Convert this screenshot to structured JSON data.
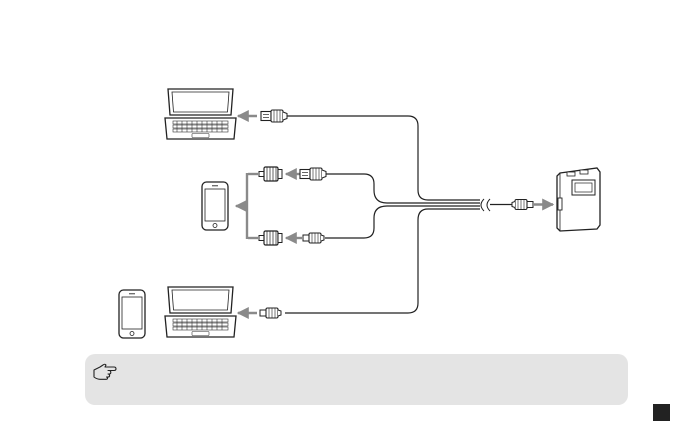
{
  "figure": {
    "devices": [
      {
        "id": "laptop-top",
        "icon": "laptop-icon"
      },
      {
        "id": "smartphone-middle",
        "icon": "smartphone-icon"
      },
      {
        "id": "smartphone-bottom",
        "icon": "smartphone-icon"
      },
      {
        "id": "laptop-bottom",
        "icon": "laptop-icon"
      },
      {
        "id": "power-bank",
        "icon": "power-bank-icon"
      }
    ],
    "cable_connectors": [
      {
        "id": "usb-a-top",
        "icon": "usb-a-plug-icon"
      },
      {
        "id": "usb-a-mid-upper",
        "icon": "usb-a-plug-icon"
      },
      {
        "id": "lightning-mid-upper",
        "icon": "lightning-plug-icon"
      },
      {
        "id": "micro-usb-mid-lower",
        "icon": "micro-usb-plug-icon"
      },
      {
        "id": "lightning-mid-lower",
        "icon": "lightning-plug-icon"
      },
      {
        "id": "usb-c-bottom",
        "icon": "usb-c-plug-icon"
      },
      {
        "id": "usb-c-input",
        "icon": "usb-c-plug-icon"
      }
    ],
    "colors": {
      "line": "#222222",
      "arrow": "#8a8a8a",
      "note_background": "#e4e4e4",
      "page_marker": "#222222"
    }
  },
  "note": {
    "icon": "pointing-hand-icon",
    "text": ""
  }
}
